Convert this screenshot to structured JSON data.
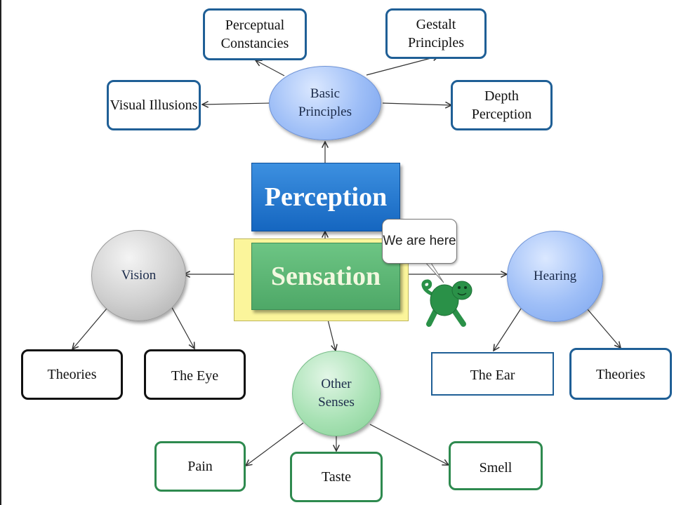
{
  "central": {
    "perception": "Perception",
    "sensation": "Sensation"
  },
  "callout": {
    "text": "We are here"
  },
  "perception_branch": {
    "hub": "Basic Principles",
    "children": {
      "perceptual_constancies": "Perceptual Constancies",
      "gestalt_principles": "Gestalt Principles",
      "visual_illusions": "Visual Illusions",
      "depth_perception": "Depth Perception"
    }
  },
  "vision_branch": {
    "hub": "Vision",
    "children": {
      "theories": "Theories",
      "the_eye": "The Eye"
    }
  },
  "hearing_branch": {
    "hub": "Hearing",
    "children": {
      "the_ear": "The Ear",
      "theories": "Theories"
    }
  },
  "other_senses_branch": {
    "hub": "Other Senses",
    "children": {
      "pain": "Pain",
      "taste": "Taste",
      "smell": "Smell"
    }
  },
  "colors": {
    "perception_fill": "#1f6fc8",
    "sensation_fill": "#5cb574",
    "highlight": "#fbf59b",
    "blue_border": "#1f5f96",
    "green_border": "#2e8a4f",
    "mascot": "#2a9148"
  },
  "icons": {
    "mascot": "green-turtle-mascot-icon"
  }
}
